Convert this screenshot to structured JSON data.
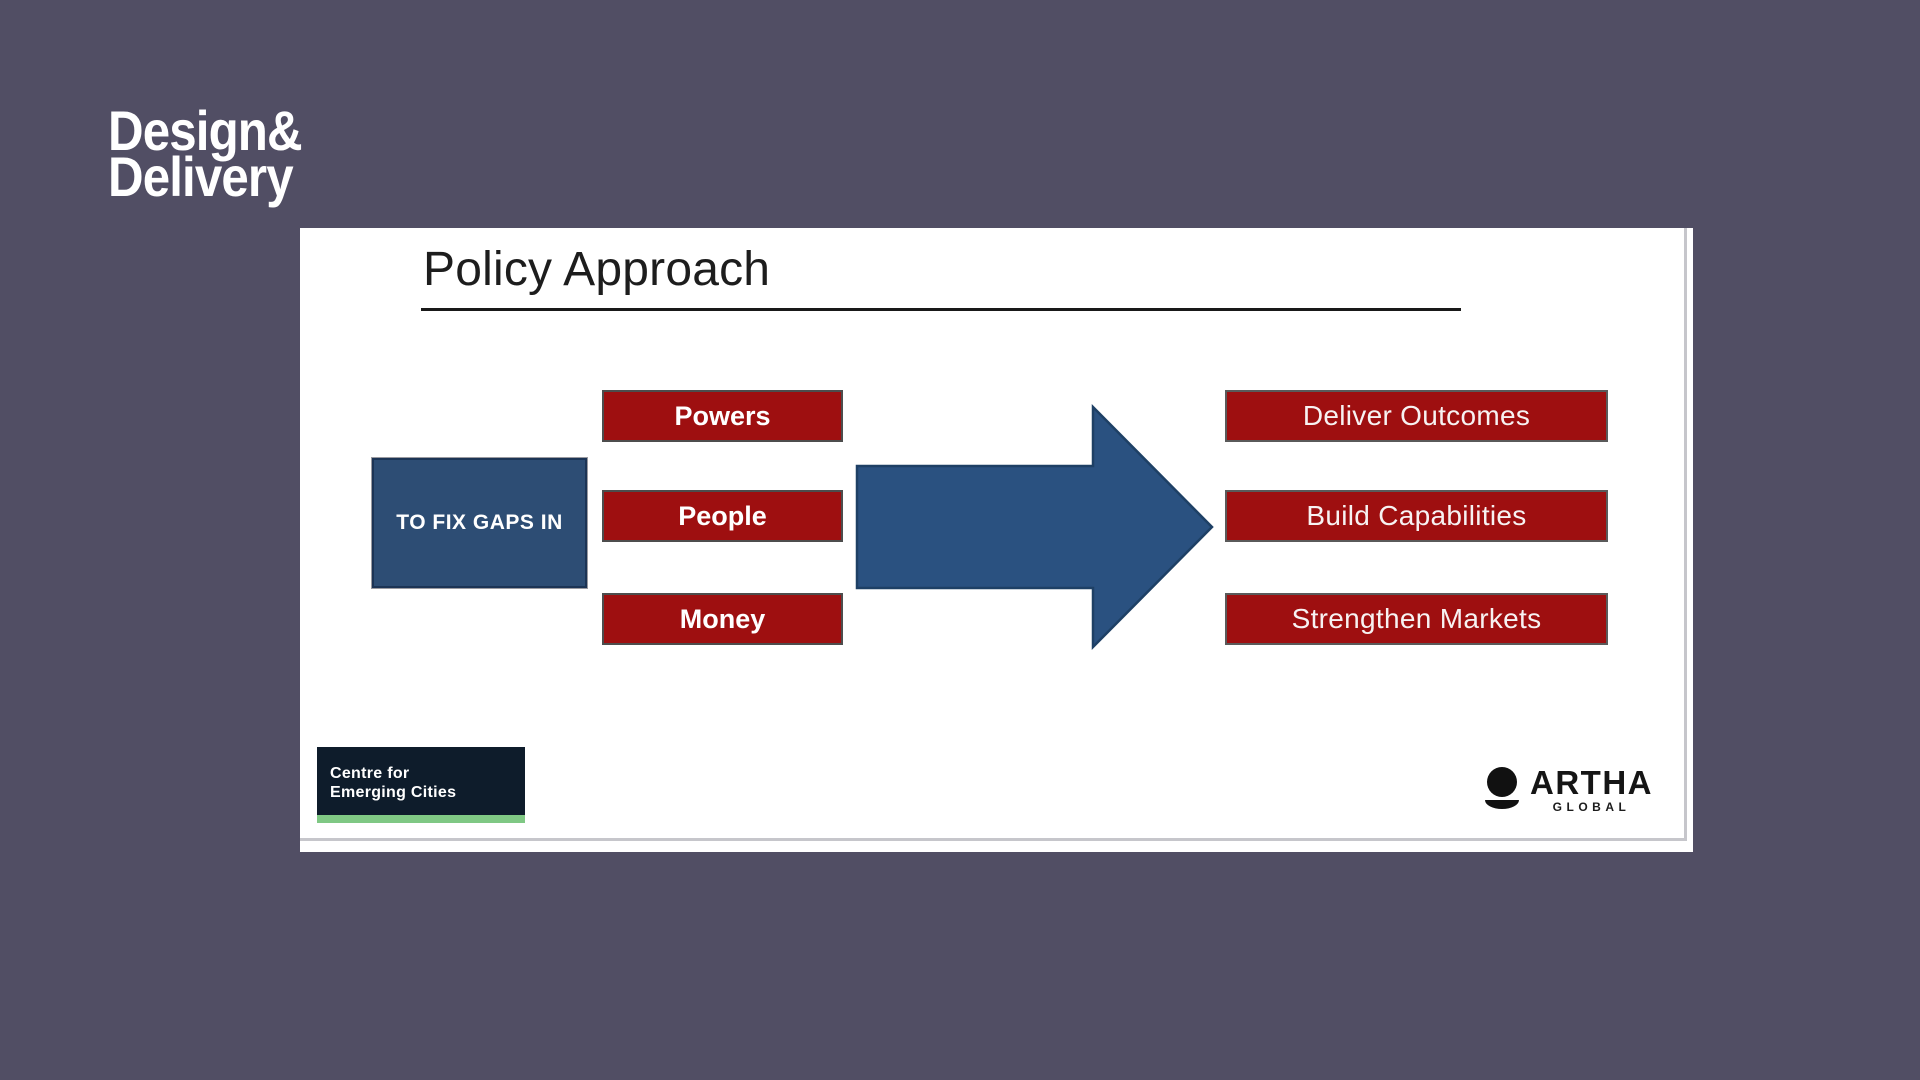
{
  "page": {
    "background_color": "#514e64"
  },
  "deck_label": {
    "line1": "Design&",
    "line2": "Delivery"
  },
  "slide": {
    "title": "Policy Approach",
    "fix_box_label": "TO FIX GAPS IN",
    "gap_items": [
      "Powers",
      "People",
      "Money"
    ],
    "outcome_items": [
      "Deliver Outcomes",
      "Build Capabilities",
      "Strengthen Markets"
    ],
    "colors": {
      "box_red": "#9e0f10",
      "box_blue": "#2d4d74",
      "arrow_blue": "#2a5180",
      "logo_navy": "#0e1c2b",
      "logo_green": "#7fc884"
    },
    "icons": {
      "arrow": "right-arrow-icon",
      "artha_mark": "artha-globe-icon"
    },
    "footer": {
      "cec": {
        "line1": "Centre for",
        "line2": "Emerging Cities"
      },
      "artha": {
        "name": "ARTHA",
        "subtitle": "GLOBAL"
      }
    }
  }
}
